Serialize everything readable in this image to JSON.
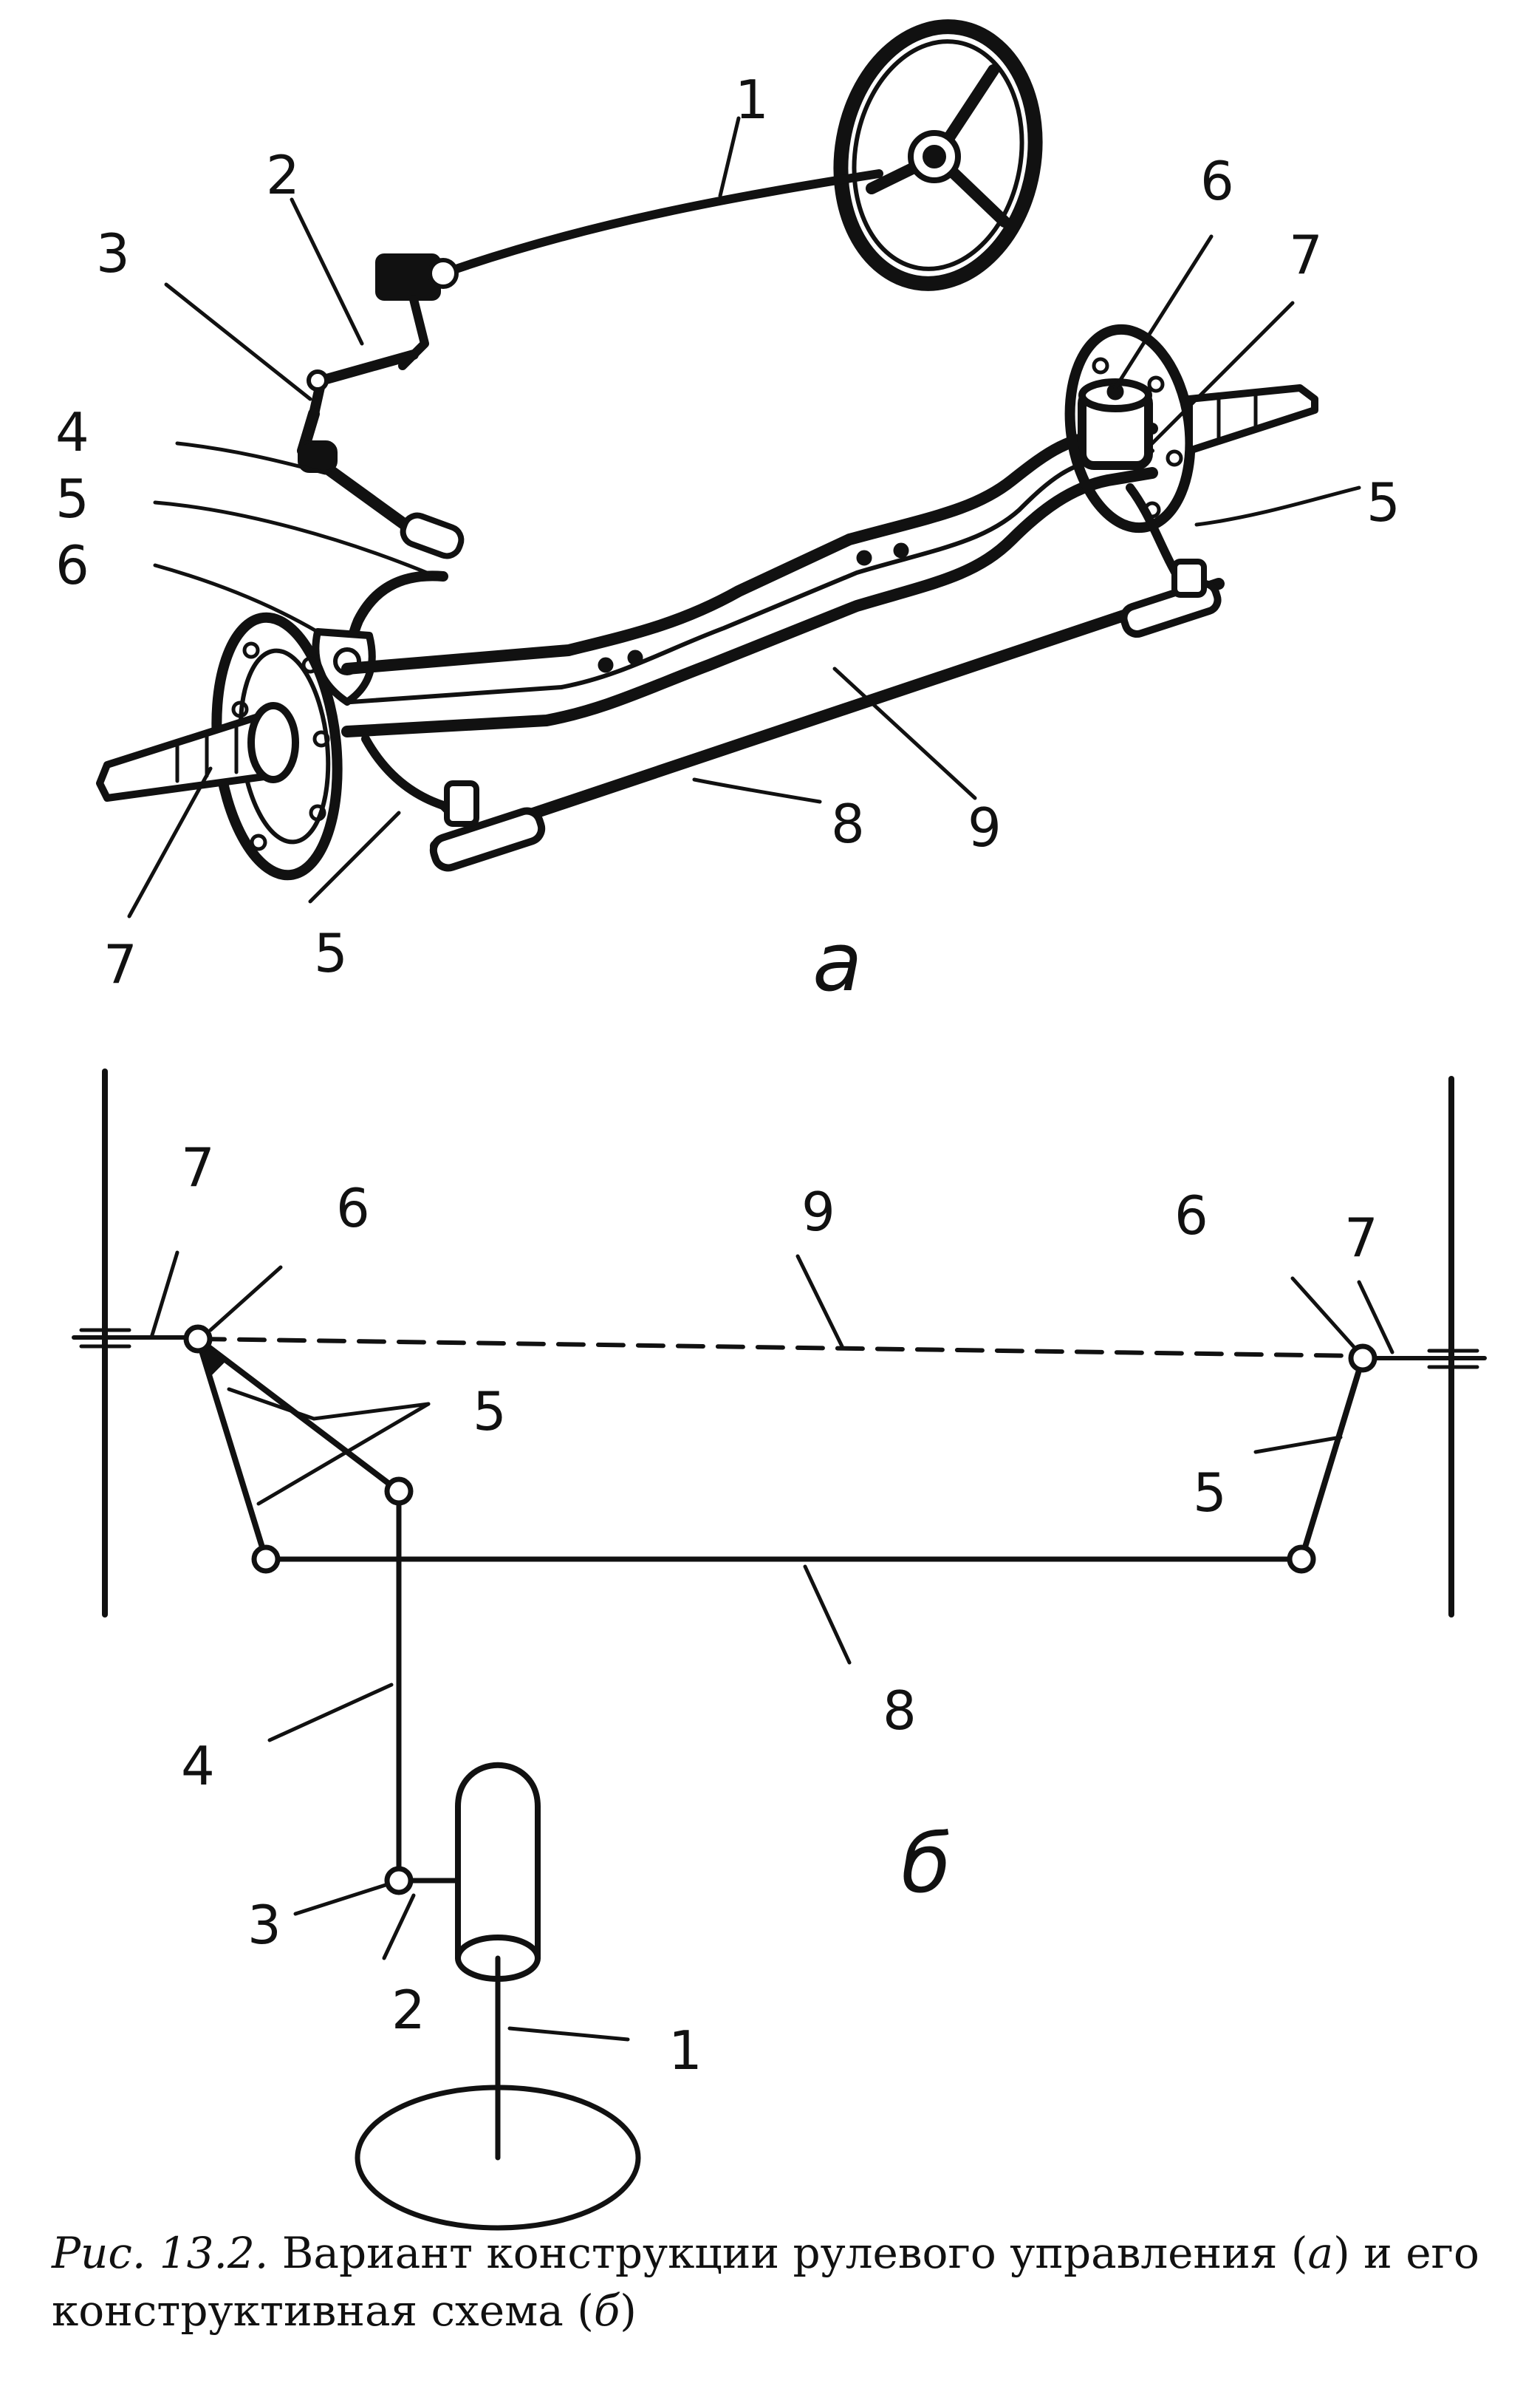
{
  "panel_a": {
    "sublabel": "а",
    "labels": {
      "l1": "1",
      "l2": "2",
      "l3": "3",
      "l4": "4",
      "l5_left": "5",
      "l6_left": "6",
      "l5_right": "5",
      "l6_right": "6",
      "l7_right": "7",
      "l7_left": "7",
      "l5_bottom": "5",
      "l8": "8",
      "l9": "9"
    }
  },
  "panel_b": {
    "sublabel": "б",
    "labels": {
      "l7_left": "7",
      "l6_left": "6",
      "l9": "9",
      "l6_right": "6",
      "l7_right": "7",
      "l5_upper": "5",
      "l5_right": "5",
      "l8": "8",
      "l4": "4",
      "l3": "3",
      "l2": "2",
      "l1": "1"
    }
  },
  "caption": {
    "figure_number": "Рис. 13.2.",
    "text_1": " Вариант конструкции рулевого управления (",
    "mark_a": "а",
    "text_2": ") и его конструктивная схема (",
    "mark_b": "б",
    "text_3": ")"
  }
}
